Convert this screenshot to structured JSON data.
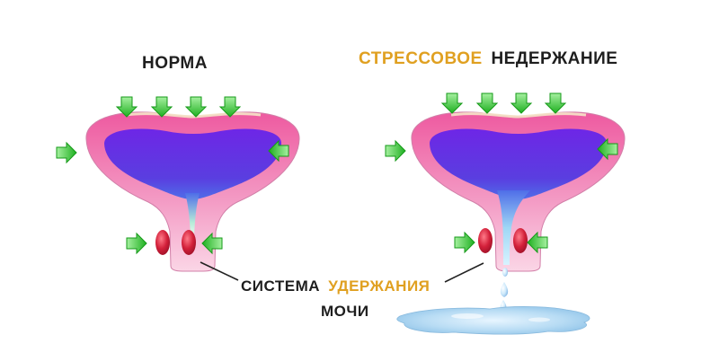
{
  "titles": {
    "normal": "НОРМА",
    "stress_word1": "СТРЕССОВОЕ",
    "stress_word2": "НЕДЕРЖАНИЕ"
  },
  "caption": {
    "word1": "СИСТЕМА",
    "word2": "УДЕРЖАНИЯ",
    "word3": "МОЧИ"
  },
  "colors": {
    "accent_orange": "#e0a020",
    "text": "#1e1e1e",
    "arrow_green": "#3fd13f",
    "bladder_wall": "#f07fb0",
    "bladder_inner": "#6a2de0",
    "sphincter_red": "#d3203a",
    "puddle": "#a9d4ef"
  },
  "diagram": {
    "states": [
      "normal",
      "stress-incontinence"
    ],
    "arrows": "pressure",
    "icons": [
      "arrow-down-icon",
      "arrow-right-icon",
      "arrow-left-icon",
      "water-drop-icon"
    ]
  }
}
